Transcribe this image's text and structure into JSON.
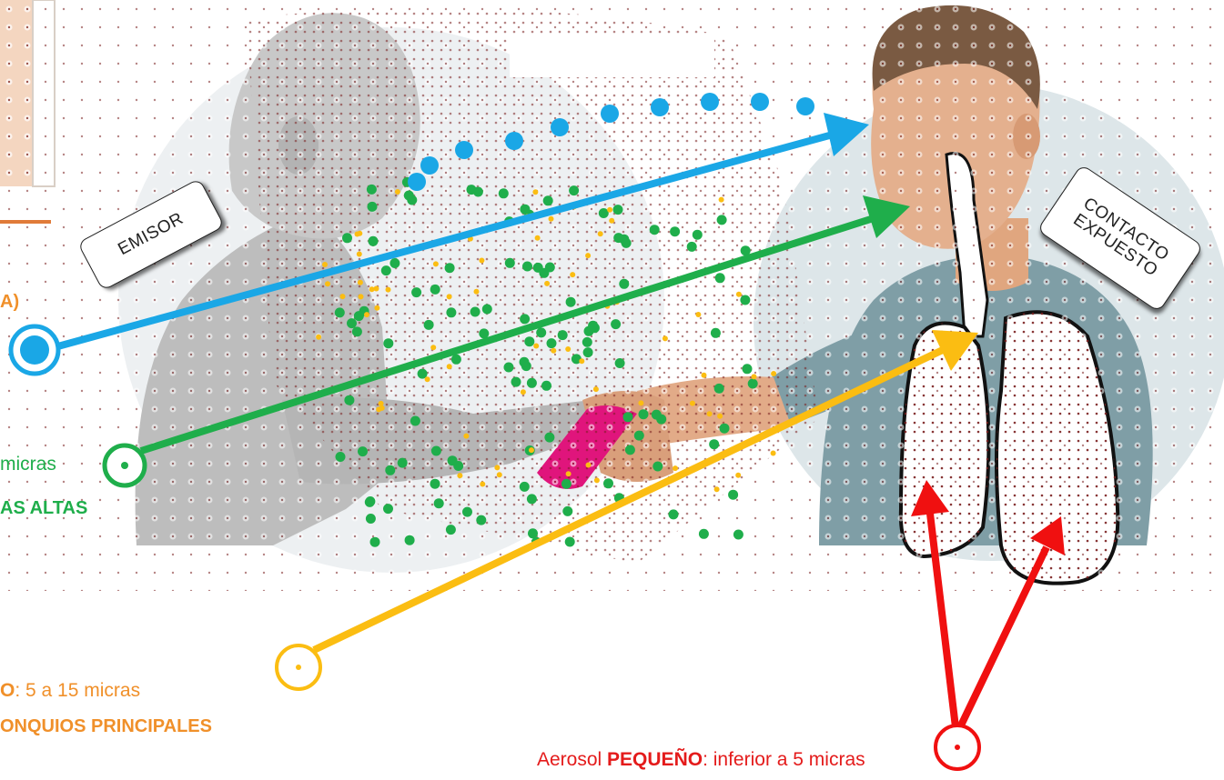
{
  "colors": {
    "blue": "#1aa7e6",
    "green": "#1fae4b",
    "yellow": "#fbbd12",
    "red": "#f01010",
    "orange_text": "#f0902a",
    "green_text": "#1fae4b",
    "red_text": "#e41b1b",
    "figure_gray": "#bdbdbd",
    "shirt_blue": "#7f9ea6",
    "skin": "#e4b08e",
    "phone": "#e0157c",
    "particle_dark": "#7a1f1f"
  },
  "tags": {
    "emitter": "EMISOR",
    "contact_line1": "CONTACTO",
    "contact_line2": "EXPUESTO"
  },
  "labels": {
    "blue_partial": "A)",
    "green_size_partial": "micras",
    "green_dest_partial": "AS ALTAS",
    "yellow_size_bold_partial": "O",
    "yellow_size_rest": ": 5  a 15 micras",
    "yellow_dest_partial": "ONQUIOS PRINCIPALES",
    "red_prefix": "Aerosol ",
    "red_bold": "PEQUEÑO",
    "red_rest": ": inferior a 5 micras"
  },
  "icons": {
    "blue_marker": "target-circle-icon",
    "green_marker": "target-circle-icon",
    "yellow_marker": "target-circle-icon",
    "red_marker": "target-circle-icon"
  }
}
